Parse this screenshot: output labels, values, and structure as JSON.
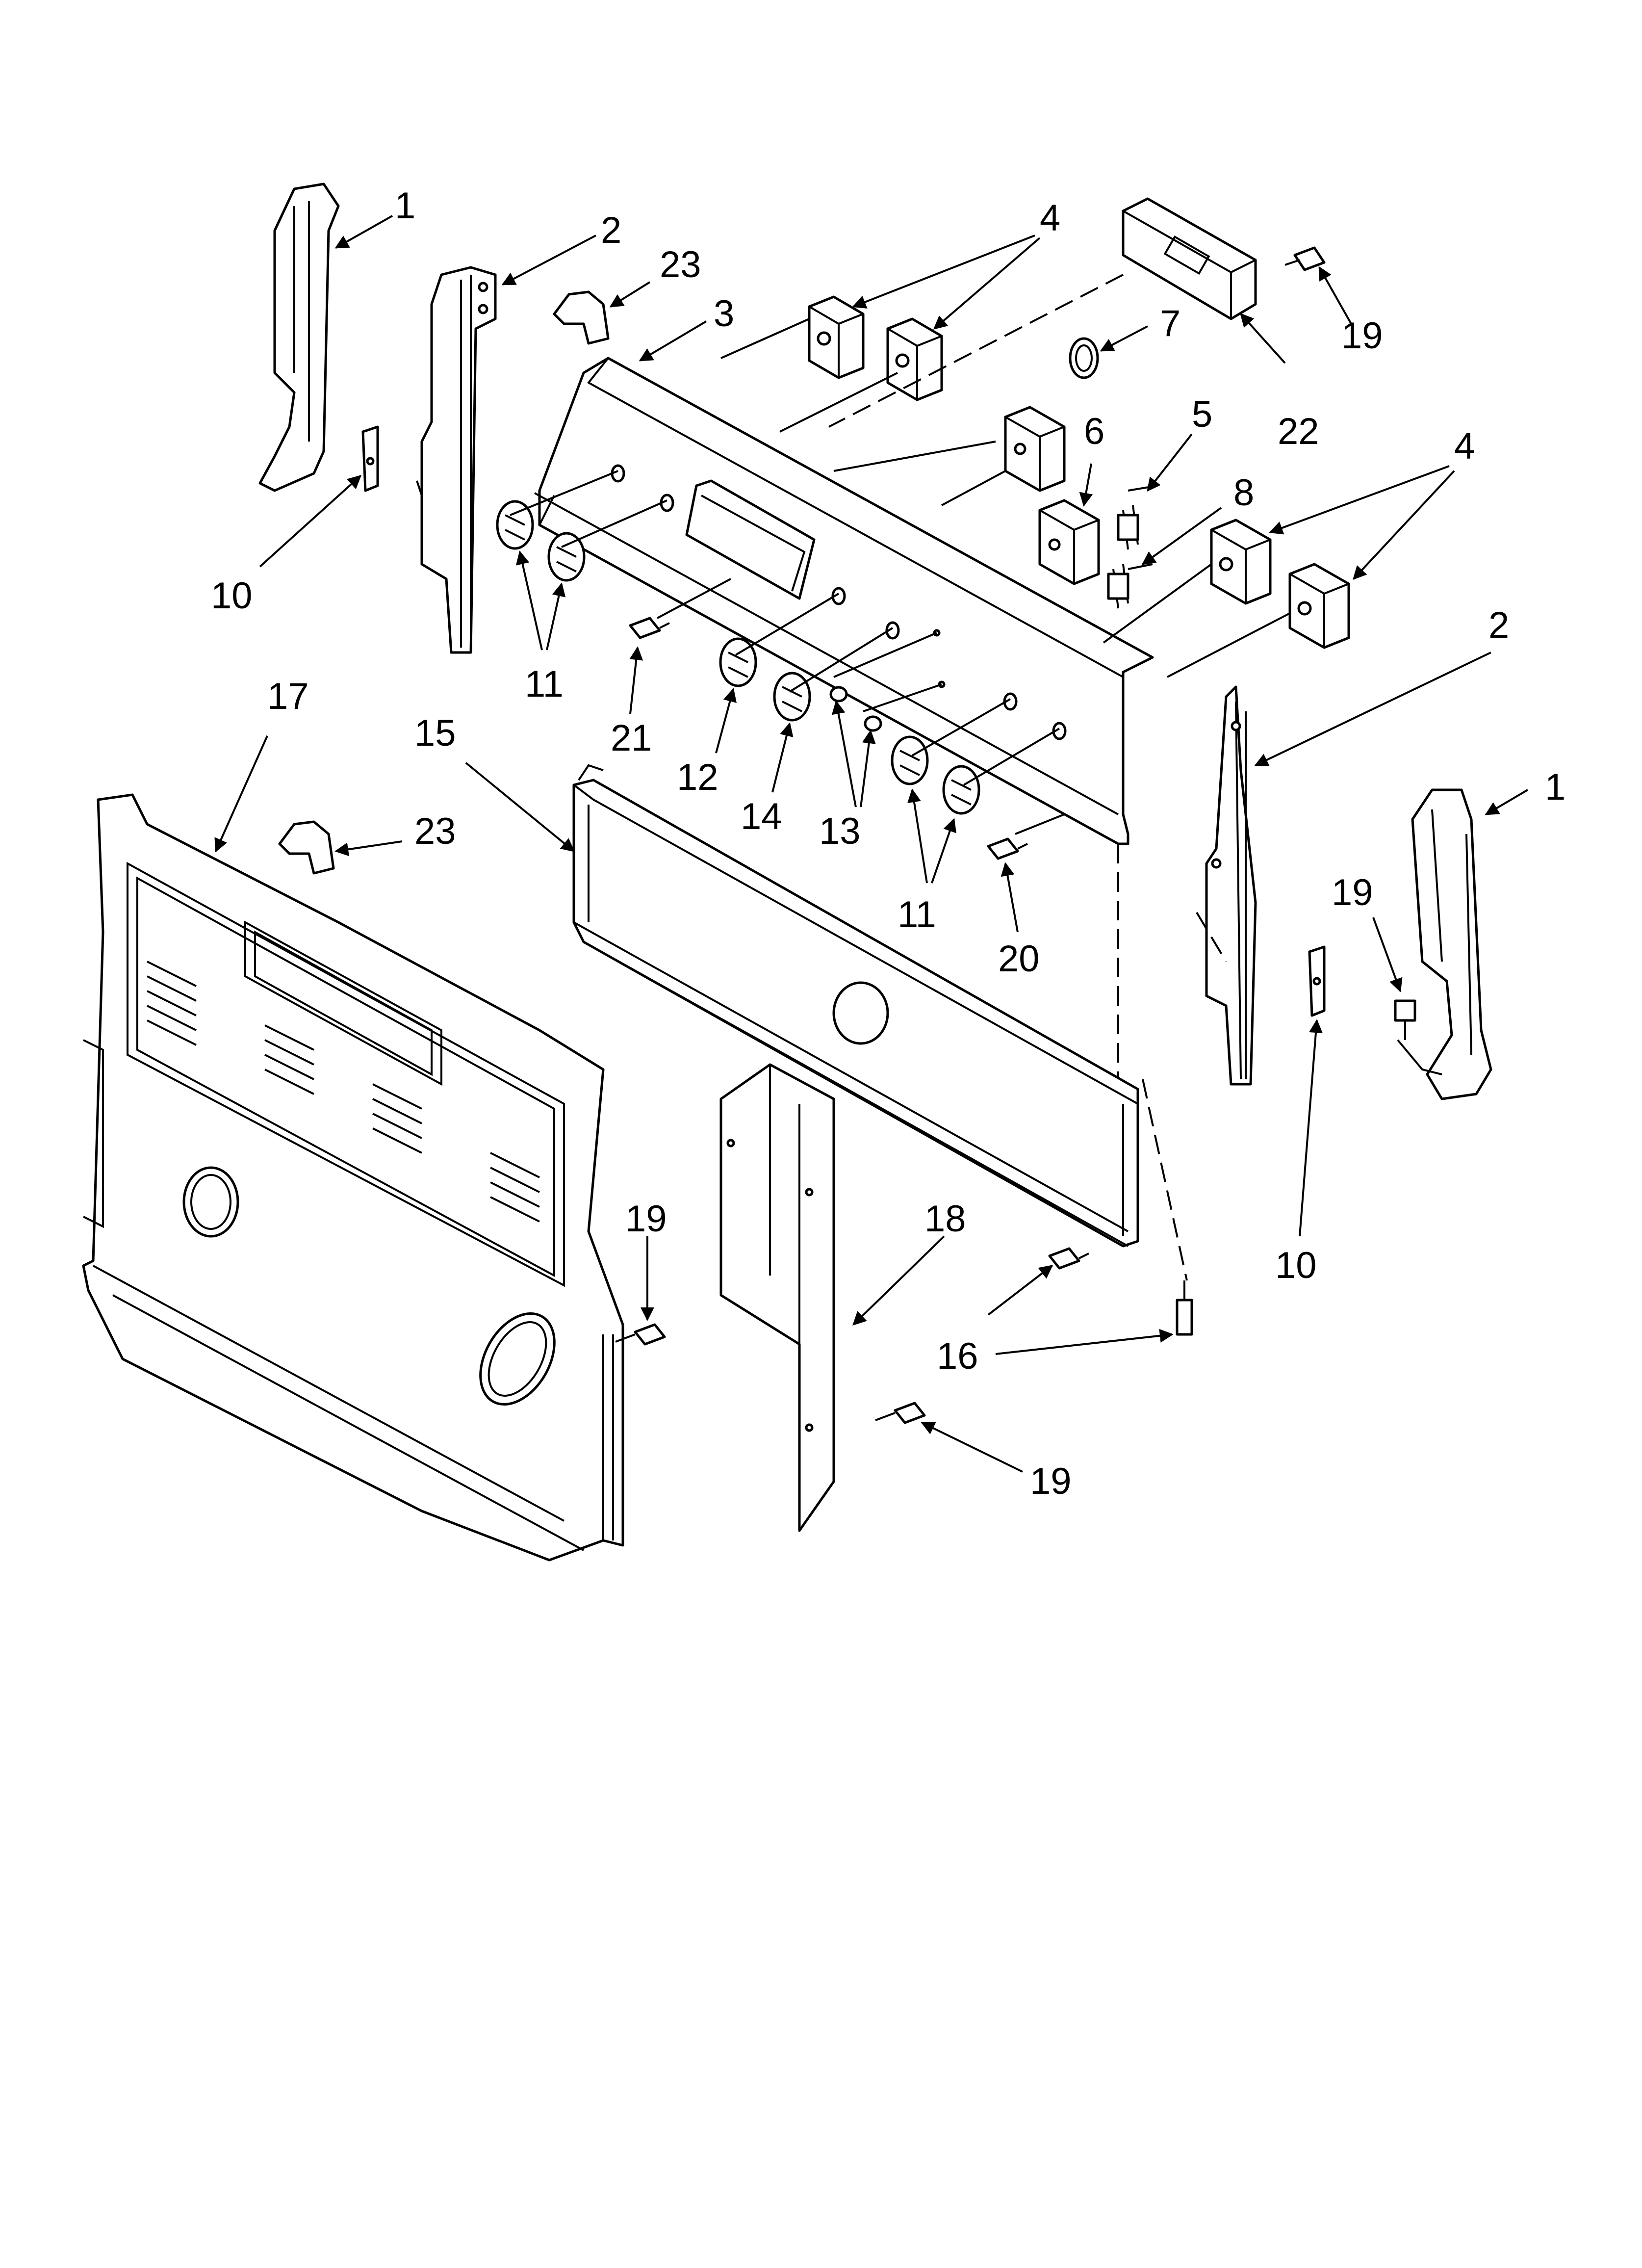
{
  "diagram": {
    "callouts": [
      {
        "id": "c1-left",
        "text": "1"
      },
      {
        "id": "c2-top",
        "text": "2"
      },
      {
        "id": "c23-top",
        "text": "23"
      },
      {
        "id": "c3",
        "text": "3"
      },
      {
        "id": "c4-top",
        "text": "4"
      },
      {
        "id": "c7",
        "text": "7"
      },
      {
        "id": "c19-top",
        "text": "19"
      },
      {
        "id": "c22",
        "text": "22"
      },
      {
        "id": "c5",
        "text": "5"
      },
      {
        "id": "c6",
        "text": "6"
      },
      {
        "id": "c8",
        "text": "8"
      },
      {
        "id": "c4-right",
        "text": "4"
      },
      {
        "id": "c10-left",
        "text": "10"
      },
      {
        "id": "c11-left",
        "text": "11"
      },
      {
        "id": "c21",
        "text": "21"
      },
      {
        "id": "c12",
        "text": "12"
      },
      {
        "id": "c14",
        "text": "14"
      },
      {
        "id": "c13",
        "text": "13"
      },
      {
        "id": "c2-right",
        "text": "2"
      },
      {
        "id": "c17",
        "text": "17"
      },
      {
        "id": "c15",
        "text": "15"
      },
      {
        "id": "c23-left",
        "text": "23"
      },
      {
        "id": "c11-right",
        "text": "11"
      },
      {
        "id": "c20",
        "text": "20"
      },
      {
        "id": "c1-right",
        "text": "1"
      },
      {
        "id": "c19-right",
        "text": "19"
      },
      {
        "id": "c10-right",
        "text": "10"
      },
      {
        "id": "c19-mid",
        "text": "19"
      },
      {
        "id": "c18",
        "text": "18"
      },
      {
        "id": "c16",
        "text": "16"
      },
      {
        "id": "c19-bottom",
        "text": "19"
      }
    ]
  }
}
